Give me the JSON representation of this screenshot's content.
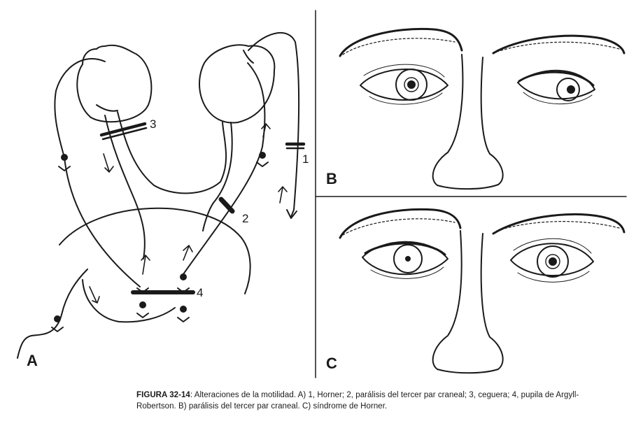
{
  "figure": {
    "labels": {
      "lesion_1": "1",
      "lesion_2": "2",
      "lesion_3": "3",
      "lesion_4": "4",
      "panel_a": "A",
      "panel_b": "B",
      "panel_c": "C"
    },
    "caption": {
      "figure_number": "FIGURA 32-14",
      "text": ": Alteraciones de la motilidad. A) 1, Horner; 2, parálisis del tercer par craneal; 3, ceguera; 4, pupila de Argyll-Robertson. B) parálisis del tercer par craneal. C) síndrome de Horner."
    }
  }
}
